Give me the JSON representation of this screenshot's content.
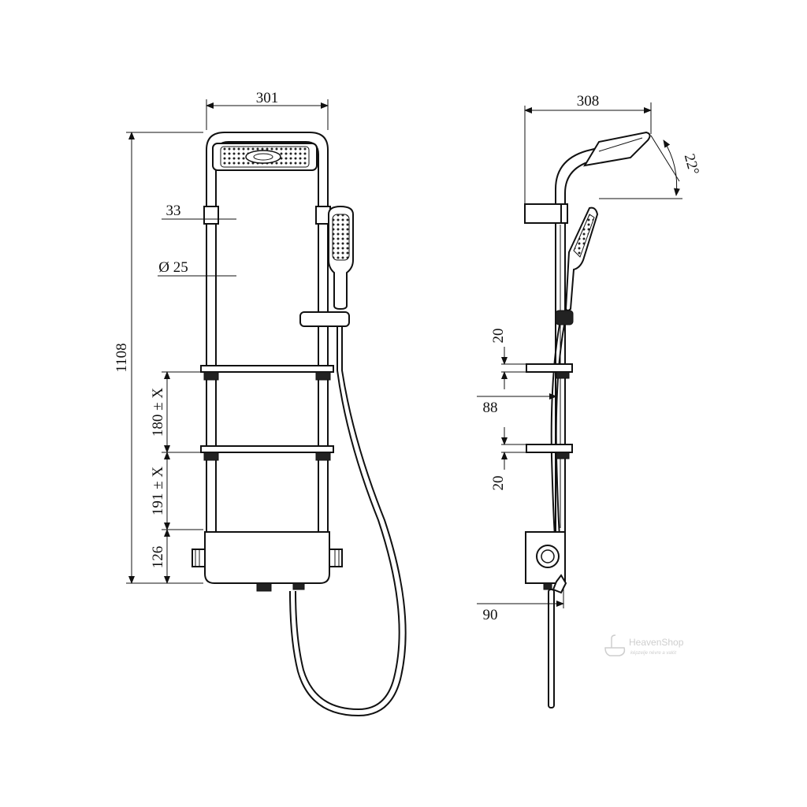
{
  "dimensions": {
    "front_width": "301",
    "side_width": "308",
    "total_height": "1108",
    "bracket": "33",
    "pipe_diameter": "Ø 25",
    "spacing_upper": "180 ± X",
    "spacing_lower": "191 ± X",
    "mixer_height": "126",
    "angle": "22°",
    "shelf_upper": "20",
    "shelf_offset": "88",
    "shelf_lower": "20",
    "mixer_depth": "90"
  },
  "watermark": {
    "brand": "HeavenShop",
    "tagline": "képzelje névre a valót"
  }
}
